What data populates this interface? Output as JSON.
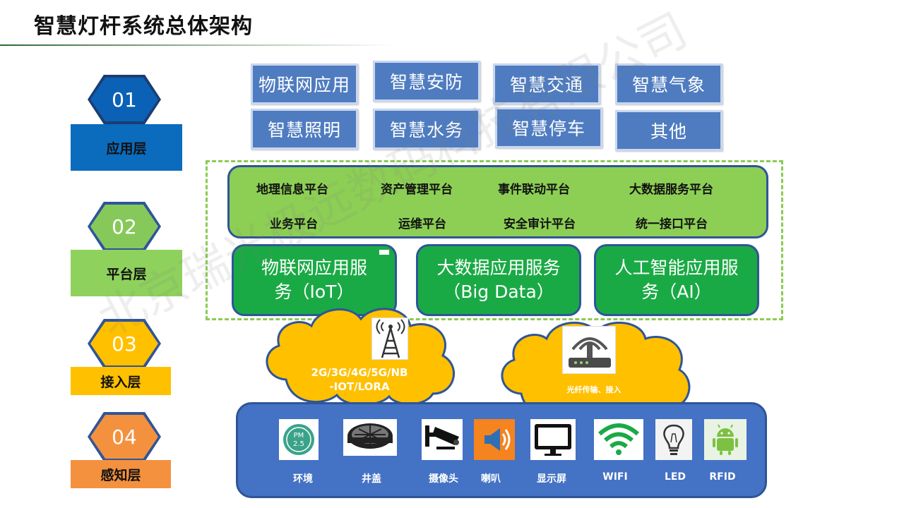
{
  "title": "智慧灯杆系统总体架构",
  "layers": [
    {
      "num": "01",
      "name": "应用层",
      "hex_color": "#0b61b5",
      "hex_border": "#1a3e73",
      "band_color": "#0b6bbd",
      "text_color": "#111111"
    },
    {
      "num": "02",
      "name": "平台层",
      "hex_color": "#86c95a",
      "hex_border": "#2f5597",
      "band_color": "#8fd15d",
      "text_color": "#111111"
    },
    {
      "num": "03",
      "name": "接入层",
      "hex_color": "#ffc000",
      "hex_border": "#2f5597",
      "band_color": "#ffc000",
      "text_color": "#111111"
    },
    {
      "num": "04",
      "name": "感知层",
      "hex_color": "#f4913e",
      "hex_border": "#2f5597",
      "band_color": "#f4913e",
      "text_color": "#111111"
    }
  ],
  "applications": [
    "物联网应用",
    "智慧安防",
    "智慧交通",
    "智慧气象",
    "智慧照明",
    "智慧水务",
    "智慧停车",
    "其他"
  ],
  "platforms": [
    "地理信息平台",
    "资产管理平台",
    "事件联动平台",
    "大数据服务平台",
    "业务平台",
    "运维平台",
    "安全审计平台",
    "统一接口平台"
  ],
  "services": [
    {
      "line1": "物联网应用服",
      "line2": "务（IoT）"
    },
    {
      "line1": "大数据应用服务",
      "line2": "（Big Data）"
    },
    {
      "line1": "人工智能应用服",
      "line2": "务（AI）"
    }
  ],
  "access": {
    "wireless": {
      "line1": "2G/3G/4G/5G/NB",
      "line2": "-IOT/LORA",
      "icon": "cell-tower-icon"
    },
    "fiber": {
      "label": "光纤传输、接入",
      "icon": "router-icon"
    }
  },
  "devices": [
    {
      "label": "环境",
      "icon": "pm25-sensor-icon"
    },
    {
      "label": "井盖",
      "icon": "manhole-cover-icon"
    },
    {
      "label": "摄像头",
      "icon": "camera-icon"
    },
    {
      "label": "喇叭",
      "icon": "speaker-icon"
    },
    {
      "label": "显示屏",
      "icon": "display-icon"
    },
    {
      "label": "WIFI",
      "icon": "wifi-icon"
    },
    {
      "label": "LED",
      "icon": "lightbulb-icon"
    },
    {
      "label": "RFID",
      "icon": "android-icon"
    }
  ],
  "watermark": "北京瑞光极远数码科技有限公司",
  "colors": {
    "tile": "#4f7cc0",
    "platform": "#8dcf55",
    "service": "#1aaa45",
    "cloud": "#ffc000",
    "sensing": "#4472c4",
    "border": "#2f5597"
  }
}
